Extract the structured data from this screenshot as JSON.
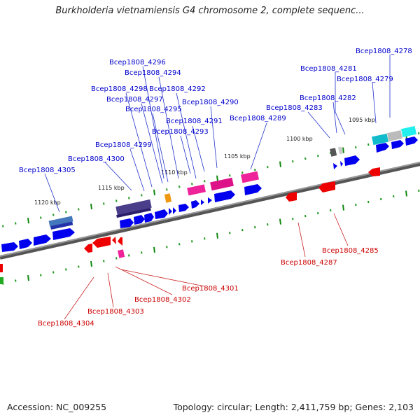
{
  "title": "Burkholderia vietnamiensis G4 chromosome 2, complete sequenc...",
  "footer": {
    "accession_label": "Accession:",
    "accession": "NC_009255",
    "topology_label": "Topology:",
    "topology": "circular",
    "length_label": "Length:",
    "length": "2,411,759 bp",
    "genes_label": "Genes:",
    "genes": "2,103"
  },
  "colors": {
    "forward_label": "#0000cc",
    "reverse_label": "#cc0000",
    "forward_gene": "#0000ee",
    "reverse_gene": "#ee0000",
    "backbone": "#777777",
    "tick": "#118811"
  },
  "kbp_labels": [
    "1095 kbp",
    "1100 kbp",
    "1105 kbp",
    "1110 kbp",
    "1115 kbp",
    "1120 kbp"
  ],
  "forward_gene_labels": [
    "Bcep1808_4278",
    "Bcep1808_4279",
    "Bcep1808_4281",
    "Bcep1808_4282",
    "Bcep1808_4283",
    "Bcep1808_4289",
    "Bcep1808_4290",
    "Bcep1808_4291",
    "Bcep1808_4292",
    "Bcep1808_4293",
    "Bcep1808_4294",
    "Bcep1808_4295",
    "Bcep1808_4296",
    "Bcep1808_4297",
    "Bcep1808_4298",
    "Bcep1808_4299",
    "Bcep1808_4300",
    "Bcep1808_4305"
  ],
  "reverse_gene_labels": [
    "Bcep1808_4285",
    "Bcep1808_4287",
    "Bcep1808_4301",
    "Bcep1808_4302",
    "Bcep1808_4303",
    "Bcep1808_4304"
  ]
}
